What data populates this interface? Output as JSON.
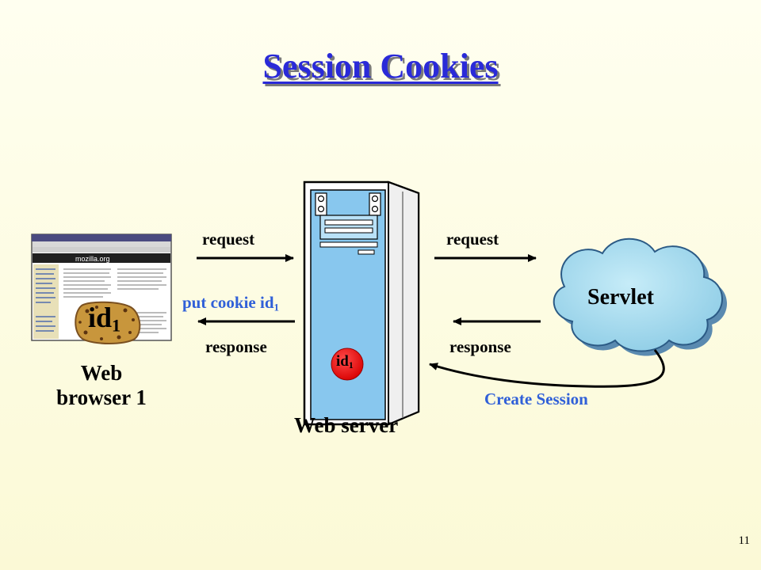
{
  "slide": {
    "title": "Session Cookies",
    "slide_number": "11"
  },
  "diagram": {
    "browser": {
      "label_line1": "Web",
      "label_line2": "browser 1",
      "screen_site": "mozilla.org",
      "cookie_text": "id",
      "cookie_sub": "1"
    },
    "server": {
      "label": "Web server",
      "badge_text": "id",
      "badge_sub": "1"
    },
    "servlet": {
      "label": "Servlet"
    },
    "arrows": {
      "left_request": "request",
      "left_response": "response",
      "put_cookie_text": "put cookie id",
      "put_cookie_sub": "1",
      "right_request": "request",
      "right_response": "response",
      "create_session": "Create Session"
    },
    "colors": {
      "title": "#2a2ad8",
      "accent_text": "#3060d8",
      "cloud_fill": "#a9def0",
      "server_panel": "#86c6ee",
      "badge": "#ff0000",
      "cookie": "#c8963c"
    }
  }
}
